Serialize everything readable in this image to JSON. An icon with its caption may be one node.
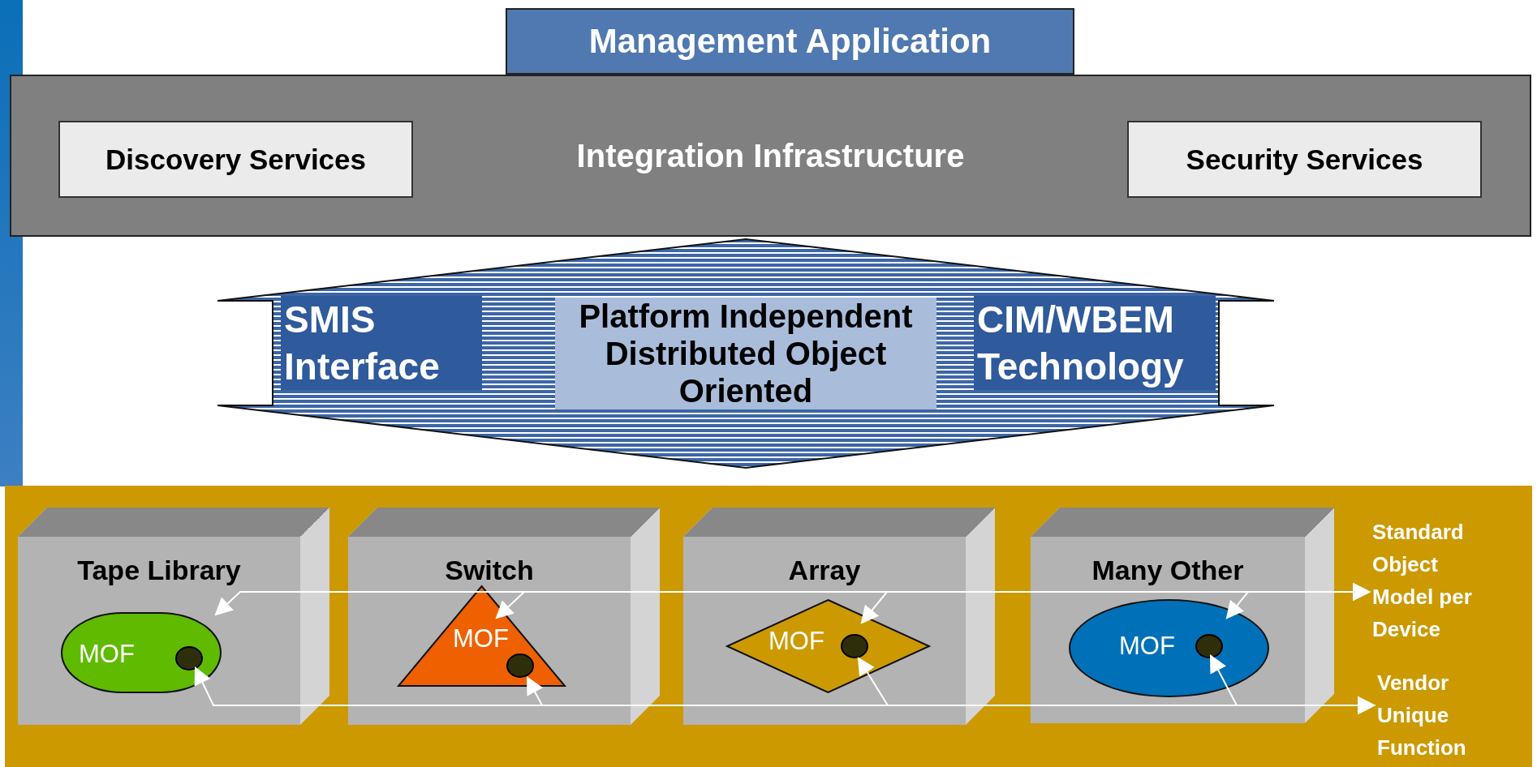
{
  "diagram": {
    "nodes": [
      {
        "text": [
          "Management Application"
        ]
      },
      {
        "text": [
          "Integration Infrastructure"
        ]
      },
      {
        "text": [
          "Discovery Services"
        ],
        "in": 1
      },
      {
        "text": [
          "Security Services"
        ],
        "in": 1
      },
      {
        "text": [
          "SMIS Interface",
          "Platform Independent Distributed Object Oriented",
          "CIM/WBEM Technology"
        ]
      },
      {
        "text": [],
        "shape": "box"
      },
      {
        "text": [
          "Tape Library"
        ],
        "in": 5
      },
      {
        "text": [
          "MOF"
        ],
        "in": 6
      },
      {
        "text": [],
        "shape": "circle",
        "in": 7
      },
      {
        "text": [
          "Switch"
        ],
        "in": 5
      },
      {
        "text": [
          "MOF"
        ],
        "in": 9
      },
      {
        "text": [],
        "shape": "circle",
        "in": 10
      },
      {
        "text": [
          "Array"
        ],
        "in": 5
      },
      {
        "text": [
          "MOF"
        ],
        "in": 12
      },
      {
        "text": [],
        "shape": "circle",
        "in": 13
      },
      {
        "text": [
          "Many Other"
        ],
        "in": 5
      },
      {
        "text": [
          "MOF"
        ],
        "in": 15
      },
      {
        "text": [],
        "shape": "circle",
        "in": 16
      },
      {
        "text": [
          "Standard Object Model per Device"
        ],
        "in": 5
      },
      {
        "text": [
          "Vendor Unique Function"
        ],
        "in": 5
      }
    ],
    "edges": [
      {
        "from": 18,
        "to": 7,
        "arrow": "both"
      },
      {
        "from": 18,
        "to": 10,
        "arrow": "both"
      },
      {
        "from": 18,
        "to": 13,
        "arrow": "both"
      },
      {
        "from": 18,
        "to": 16,
        "arrow": "both"
      },
      {
        "from": 19,
        "to": 8,
        "arrow": "both"
      },
      {
        "from": 19,
        "to": 11,
        "arrow": "both"
      },
      {
        "from": 19,
        "to": 14,
        "arrow": "both"
      },
      {
        "from": 19,
        "to": 17,
        "arrow": "both"
      }
    ]
  }
}
